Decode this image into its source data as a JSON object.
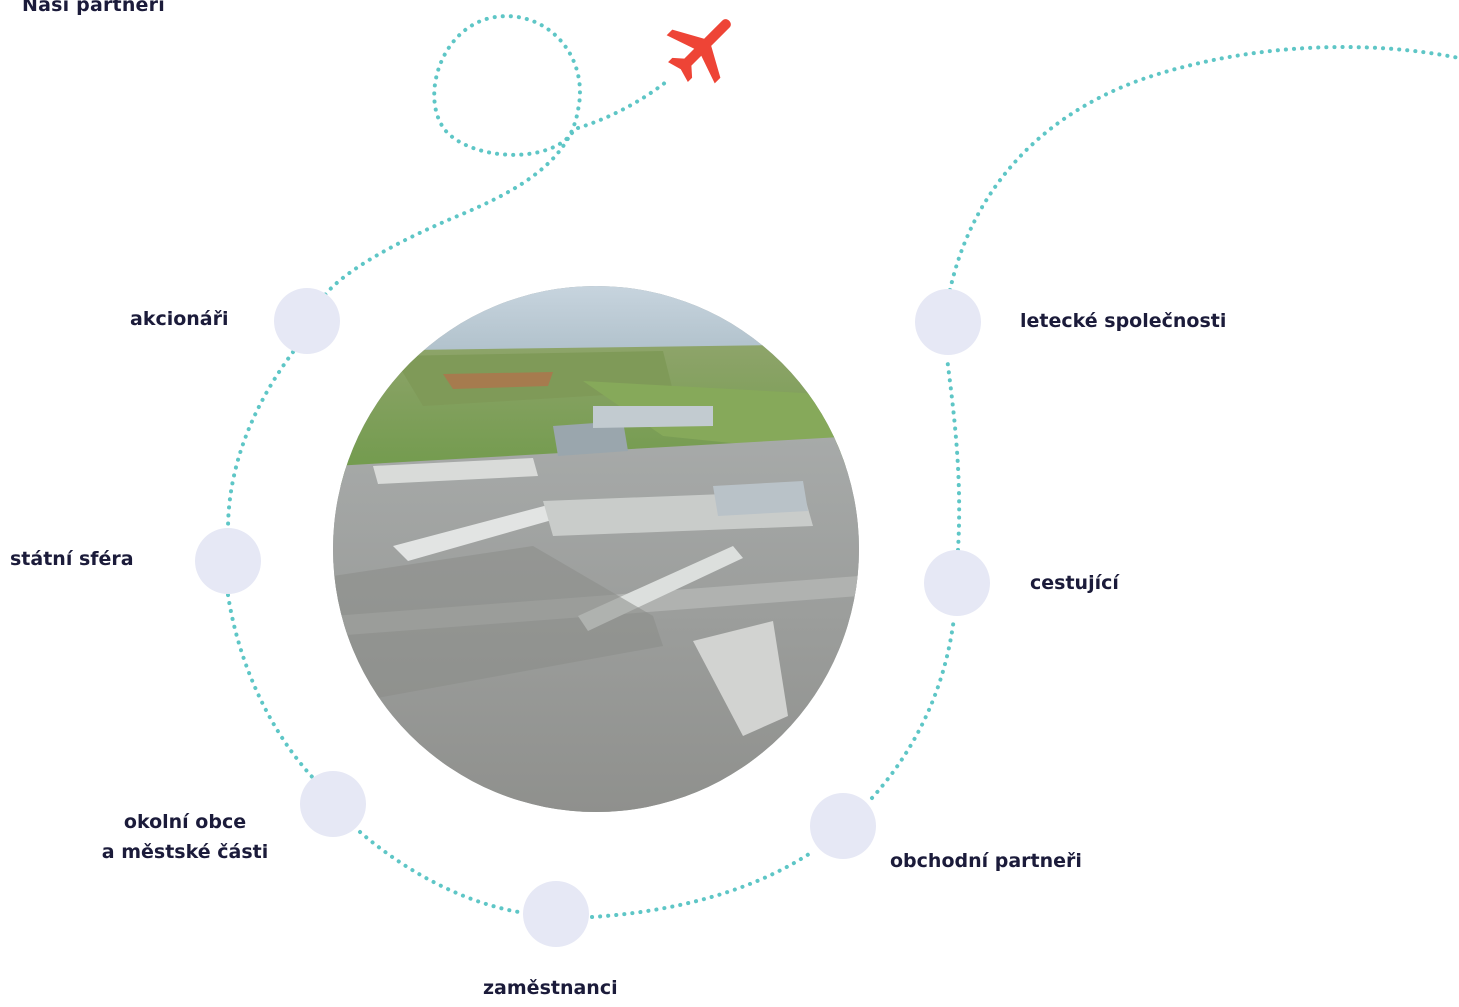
{
  "header": {
    "title": "Naši partneři"
  },
  "partners": {
    "shareholders": "akcionáři",
    "state": "státní sféra",
    "municipalities_line1": "okolní obce",
    "municipalities_line2": "a městské části",
    "employees": "zaměstnanci",
    "business_partners": "obchodní partneři",
    "passengers": "cestující",
    "airlines": "letecké společnosti"
  },
  "colors": {
    "dots": "#5ec6c6",
    "node": "#e6e8f5",
    "plane": "#ee4436",
    "text": "#1b1b3a"
  },
  "icons": {
    "plane": "airplane-icon",
    "photo": "airport-aerial-photo"
  }
}
